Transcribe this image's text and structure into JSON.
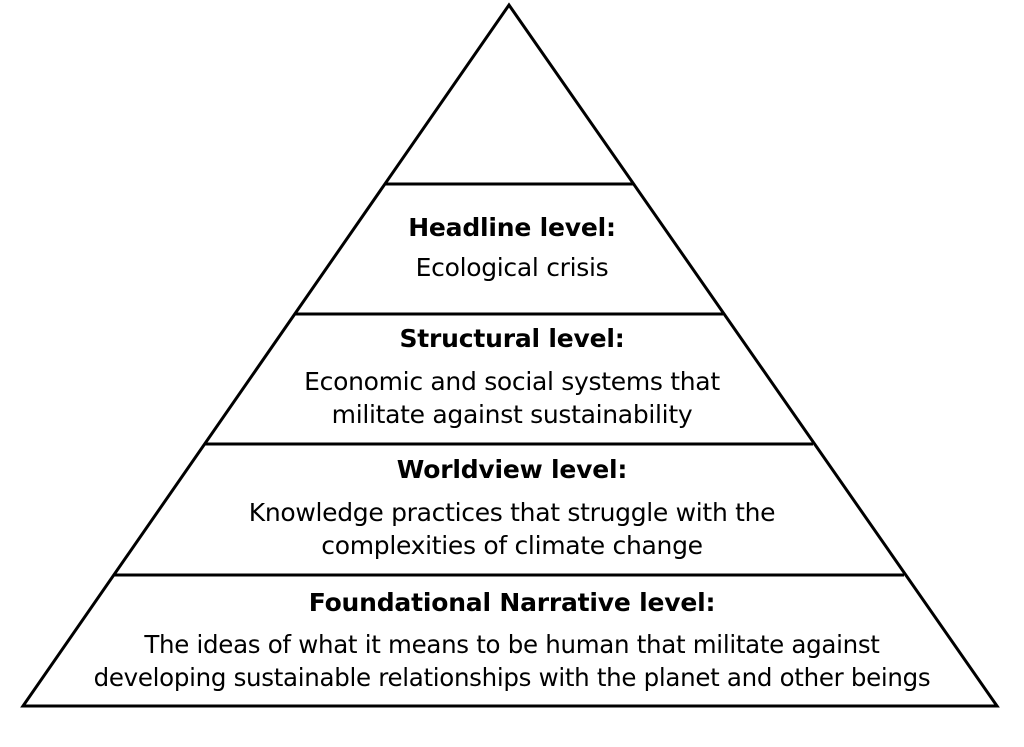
{
  "pyramid": {
    "stroke_color": "#000000",
    "fill_color": "#ffffff",
    "tiers": [
      {
        "heading": "Headline level:",
        "description": [
          "Ecological crisis"
        ]
      },
      {
        "heading": "Structural level:",
        "description": [
          "Economic and social systems that",
          "militate against sustainability"
        ]
      },
      {
        "heading": "Worldview level:",
        "description": [
          "Knowledge practices that struggle with the",
          "complexities of climate change"
        ]
      },
      {
        "heading": "Foundational Narrative level:",
        "description": [
          "The ideas of what it means to be human that militate against",
          "developing sustainable relationships with the planet and other beings"
        ]
      }
    ]
  }
}
